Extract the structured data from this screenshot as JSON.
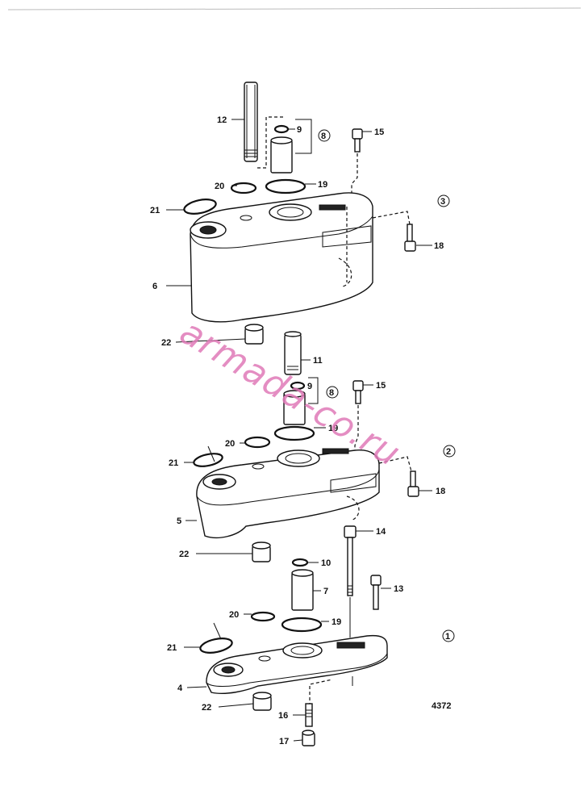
{
  "figure_number": "4372",
  "watermark": "armada-co.ru",
  "stages": [
    {
      "marker": "3"
    },
    {
      "marker": "2"
    },
    {
      "marker": "1"
    }
  ],
  "labels": {
    "s3": {
      "p12": "12",
      "p9": "9",
      "p8": "8",
      "p15": "15",
      "p20": "20",
      "p19": "19",
      "p21": "21",
      "p18": "18",
      "p6": "6",
      "p22": "22"
    },
    "s2": {
      "p11": "11",
      "p9": "9",
      "p8": "8",
      "p15": "15",
      "p19": "19",
      "p20": "20",
      "p21": "21",
      "p18": "18",
      "p5": "5",
      "p22": "22"
    },
    "s1": {
      "p14": "14",
      "p10": "10",
      "p7": "7",
      "p13": "13",
      "p20": "20",
      "p19": "19",
      "p21": "21",
      "p4": "4",
      "p22": "22",
      "p16": "16",
      "p17": "17"
    }
  }
}
